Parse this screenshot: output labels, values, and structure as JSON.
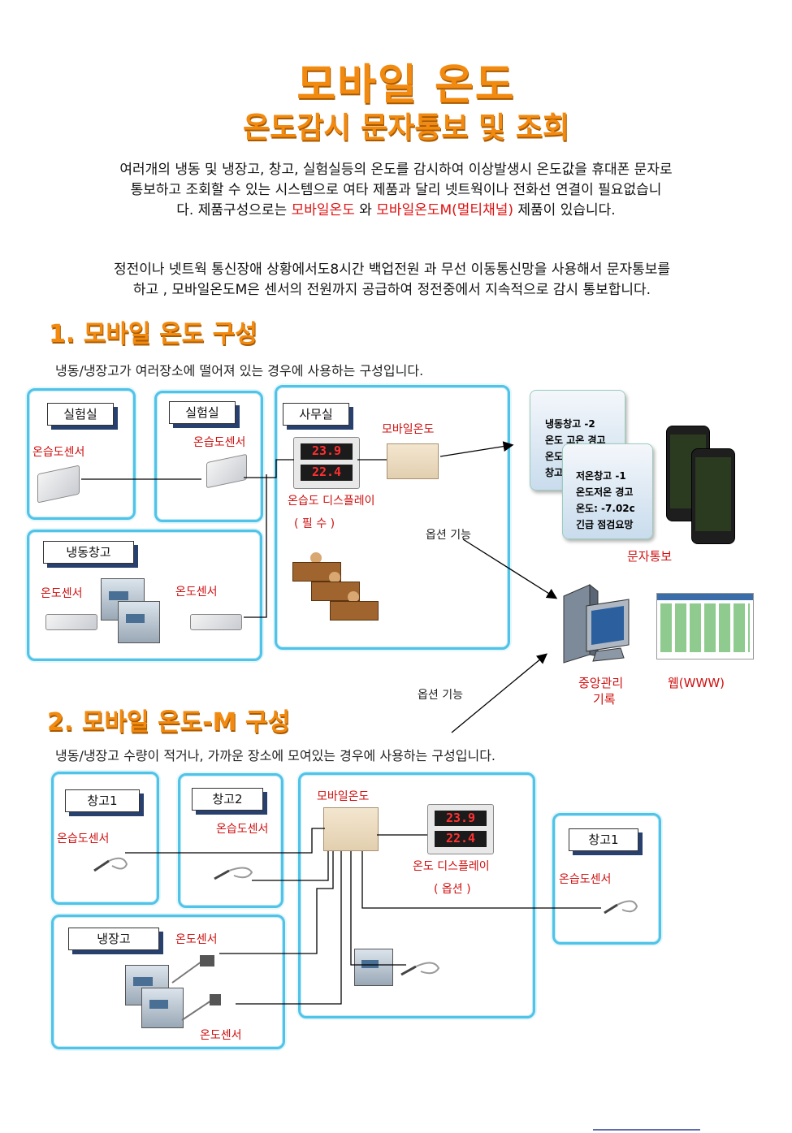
{
  "header": {
    "title": "모바일 온도",
    "subtitle": "온도감시 문자통보 및 조회"
  },
  "intro": {
    "line1": "여러개의 냉동 및 냉장고, 창고, 실험실등의 온도를 감시하여 이상발생시 온도값을 휴대폰 문자로",
    "line2": "통보하고 조회할 수 있는 시스템으로 여타 제품과 달리 넷트웍이나 전화선 연결이 필요없습니",
    "line3_a": "다. 제품구성으로는 ",
    "line3_b": "모바일온도",
    "line3_c": " 와 ",
    "line3_d": "모바일온도M(멀티채널)",
    "line3_e": " 제품이 있습니다.",
    "line4": "정전이나 넷트웍 통신장애 상황에서도8시간 백업전원 과 무선 이동통신망을 사용해서 문자통보를",
    "line5": "하고 , 모바일온도M은 센서의 전원까지 공급하여 정전중에서 지속적으로 감시 통보합니다."
  },
  "section1": {
    "title": "1. 모바일 온도 구성",
    "desc": "냉동/냉장고가 여러장소에 떨어져 있는 경우에 사용하는 구성입니다.",
    "lab1": "실험실",
    "lab1_sensor": "온습도센서",
    "lab2": "실험실",
    "lab2_sensor": "온습도센서",
    "freezer": "냉동창고",
    "freezer_sensor1": "온도센서",
    "freezer_sensor2": "온도센서",
    "office": "사무실",
    "mobile_temp": "모바일온도",
    "display_label": "온습도 디스플레이",
    "display_required": "( 필 수 )",
    "display_temp": "23.9",
    "display_hum": "22.4",
    "option1": "옵션 기능",
    "sms_label": "문자통보",
    "sms1": [
      "냉동창고 -2",
      "온도 고온 경고",
      "온도",
      "창고"
    ],
    "sms2": [
      "저온창고 -1",
      "온도저온 경고",
      "온도:  -7.02c",
      "긴급 점검요망"
    ],
    "central": "중앙관리",
    "central2": "기록",
    "web": "웹(WWW)"
  },
  "section2": {
    "option2": "옵션 기능",
    "title": "2. 모바일 온도-M 구성",
    "desc": "냉동/냉장고 수량이 적거나, 가까운 장소에 모여있는 경우에 사용하는 구성입니다.",
    "store1": "창고1",
    "store1_sensor": "온습도센서",
    "store2": "창고2",
    "store2_sensor": "온습도센서",
    "mobile_temp": "모바일온도",
    "display_label": "온도 디스플레이",
    "display_option": "( 옵션 )",
    "display_temp": "23.9",
    "display_hum": "22.4",
    "store3": "창고1",
    "store3_sensor": "온습도센서",
    "fridge": "냉장고",
    "fridge_sensor1": "온도센서",
    "fridge_sensor2": "온도센서"
  },
  "colors": {
    "accent": "#f28a10",
    "box_border": "#4fc3e8",
    "highlight": "#e01010"
  }
}
